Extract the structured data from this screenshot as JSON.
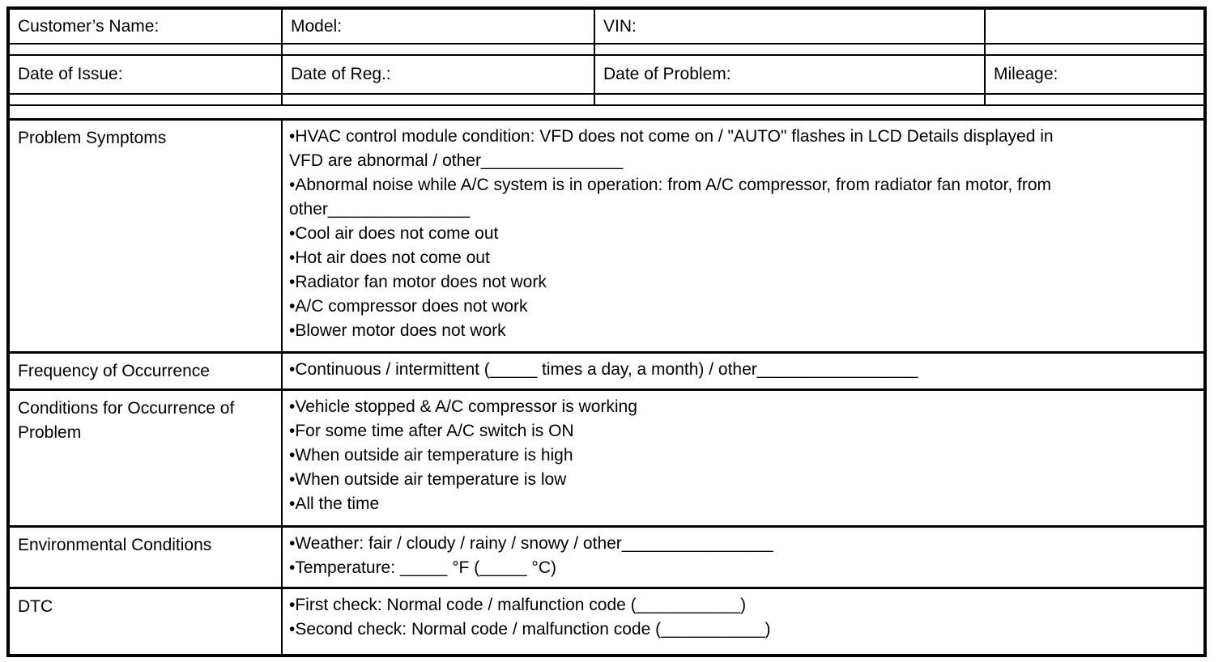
{
  "colors": {
    "text": "#000000",
    "border": "#000000",
    "background": "#ffffff"
  },
  "header_table": {
    "row1": {
      "customer_name": "Customer’s Name:",
      "model": "Model:",
      "vin": "VIN:",
      "col4": ""
    },
    "row2": {
      "date_of_issue": "Date of Issue:",
      "date_of_reg": "Date of Reg.:",
      "date_of_problem": "Date of Problem:",
      "mileage": "Mileage:"
    }
  },
  "detail_table": {
    "rows": [
      {
        "label": "Problem Symptoms",
        "lines": [
          "•HVAC control module condition: VFD does not come on / \"AUTO\" flashes in LCD Details displayed in",
          "VFD are abnormal / other_______________",
          "•Abnormal noise while A/C system is in operation: from A/C compressor, from radiator fan motor, from",
          "other_______________",
          "•Cool air does not come out",
          "•Hot air does not come out",
          "•Radiator fan motor does not work",
          "•A/C compressor does not work",
          "•Blower motor does not work"
        ]
      },
      {
        "label": "Frequency of Occurrence",
        "lines": [
          "•Continuous / intermittent (_____ times a day, a month) / other_________________"
        ]
      },
      {
        "label": "Conditions for Occurrence of Problem",
        "lines": [
          "•Vehicle stopped & A/C compressor is working",
          "•For some time after A/C switch is ON",
          "•When outside air temperature is high",
          "•When outside air temperature is low",
          "•All the time"
        ]
      },
      {
        "label": "Environmental Conditions",
        "lines": [
          "•Weather: fair / cloudy / rainy / snowy / other________________",
          "•Temperature: _____ °F (_____ °C)"
        ]
      },
      {
        "label": "DTC",
        "lines": [
          "•First check: Normal code / malfunction code (___________)",
          "•Second check: Normal code / malfunction code (___________)"
        ]
      }
    ]
  }
}
